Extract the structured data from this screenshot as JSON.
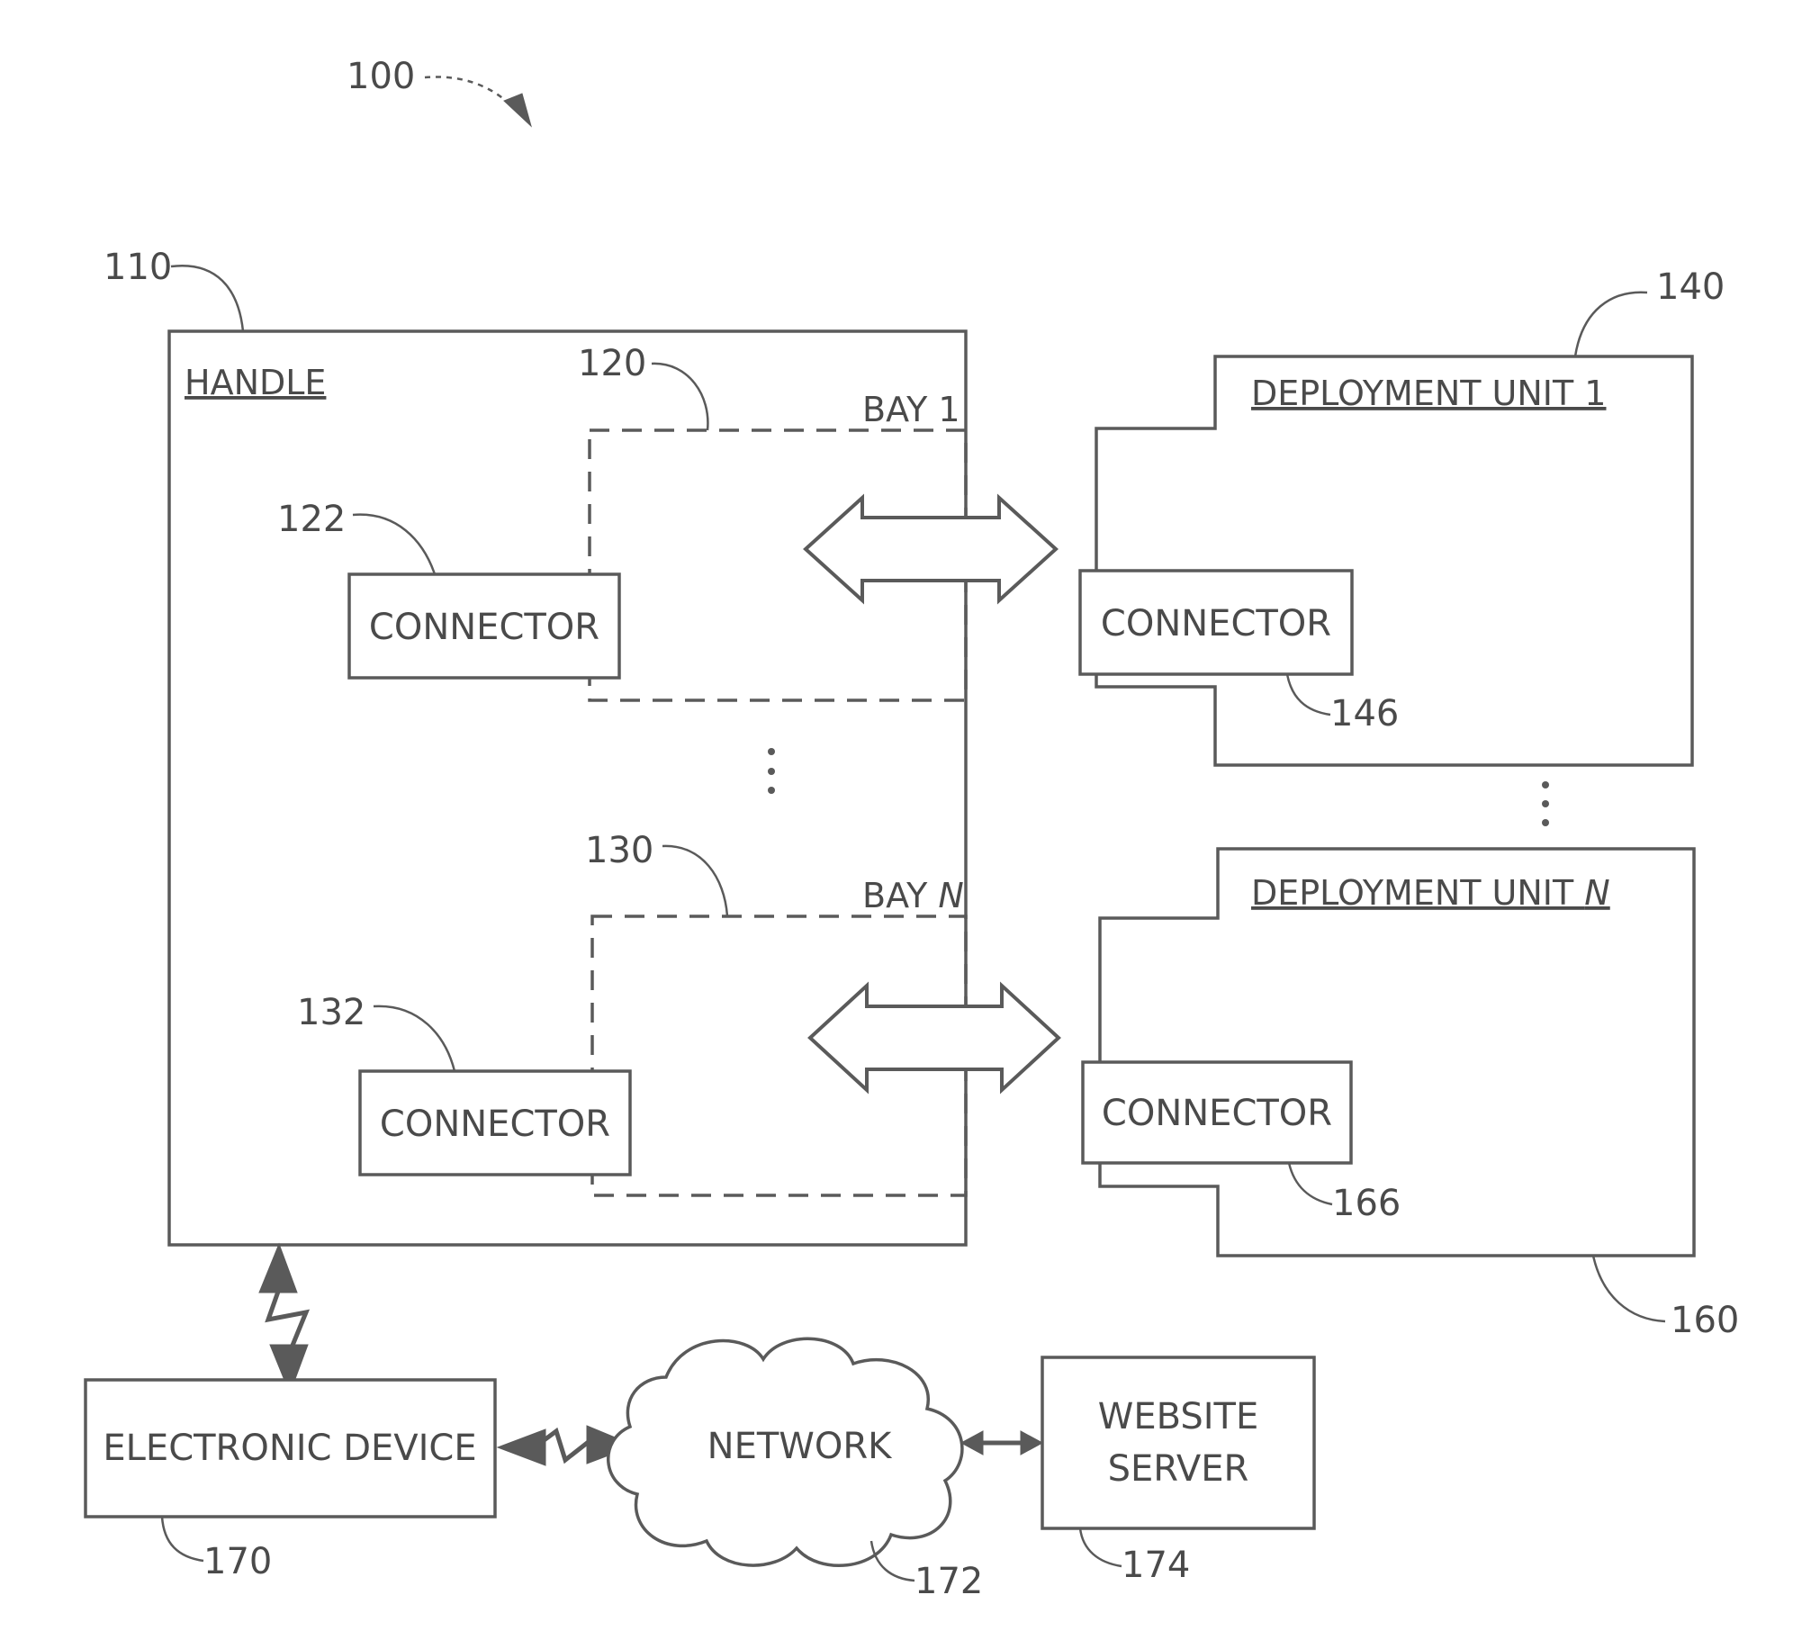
{
  "figure_ref": "100",
  "handle": {
    "title": "HANDLE",
    "ref": "110"
  },
  "bay_1": {
    "label": "BAY 1",
    "ref": "120",
    "connector": {
      "label": "CONNECTOR",
      "ref": "122"
    }
  },
  "bay_n": {
    "label_prefix": "BAY ",
    "label_var": "N",
    "ref": "130",
    "connector": {
      "label": "CONNECTOR",
      "ref": "132"
    }
  },
  "deployment_unit_1": {
    "title": "DEPLOYMENT UNIT 1",
    "ref": "140",
    "connector": {
      "label": "CONNECTOR",
      "ref": "146"
    }
  },
  "deployment_unit_n": {
    "title_prefix": "DEPLOYMENT UNIT ",
    "title_var": "N",
    "ref": "160",
    "connector": {
      "label": "CONNECTOR",
      "ref": "166"
    }
  },
  "electronic_device": {
    "label": "ELECTRONIC DEVICE",
    "ref": "170"
  },
  "network": {
    "label": "NETWORK",
    "ref": "172"
  },
  "website_server": {
    "label_line1": "WEBSITE",
    "label_line2": "SERVER",
    "ref": "174"
  },
  "icons": [
    "double-arrow-icon",
    "wireless-link-icon",
    "ellipsis-icon",
    "cloud-icon"
  ]
}
